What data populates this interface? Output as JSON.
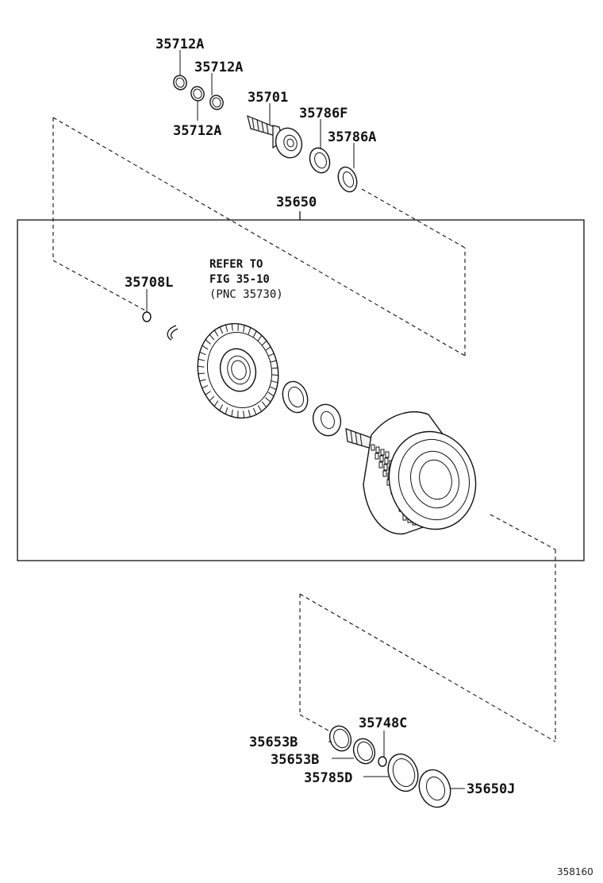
{
  "labels": {
    "p35712a_1": "35712A",
    "p35712a_2": "35712A",
    "p35712a_3": "35712A",
    "p35701": "35701",
    "p35786f": "35786F",
    "p35786a": "35786A",
    "p35650": "35650",
    "p35708l": "35708L",
    "p35653b_1": "35653B",
    "p35653b_2": "35653B",
    "p35748c": "35748C",
    "p35785d": "35785D",
    "p35650j": "35650J"
  },
  "reference_note": {
    "line1": "REFER TO",
    "line2": "FIG 35-10",
    "line3": "(PNC 35730)"
  },
  "diagram_code": "358160"
}
